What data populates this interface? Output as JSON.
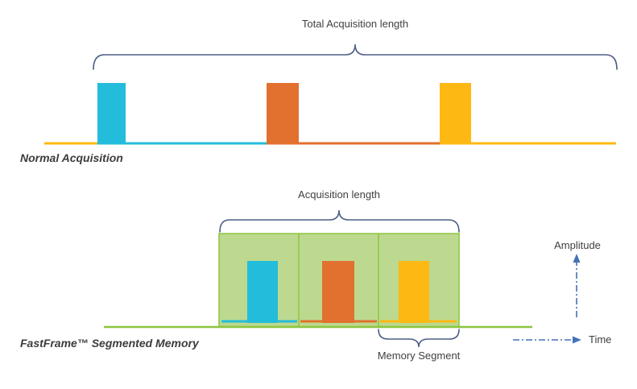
{
  "normal": {
    "brace_label": "Total Acquisition length",
    "caption": "Normal Acquisition",
    "pulses": [
      "cyan",
      "orange",
      "yellow"
    ]
  },
  "fastframe": {
    "brace_label": "Acquisition length",
    "caption": "FastFrame™ Segmented Memory",
    "memory_segment_label": "Memory Segment",
    "segments": [
      "cyan",
      "orange",
      "yellow"
    ]
  },
  "axes": {
    "amplitude_label": "Amplitude",
    "time_label": "Time"
  },
  "colors": {
    "cyan": "#24BCDB",
    "orange": "#E2702E",
    "yellow": "#FDB813",
    "green_fill": "#BCD98F",
    "green_line": "#8CC63E",
    "brace": "#4D5E86",
    "arrow_blue": "#4472B8",
    "text": "#3F3F3F"
  }
}
